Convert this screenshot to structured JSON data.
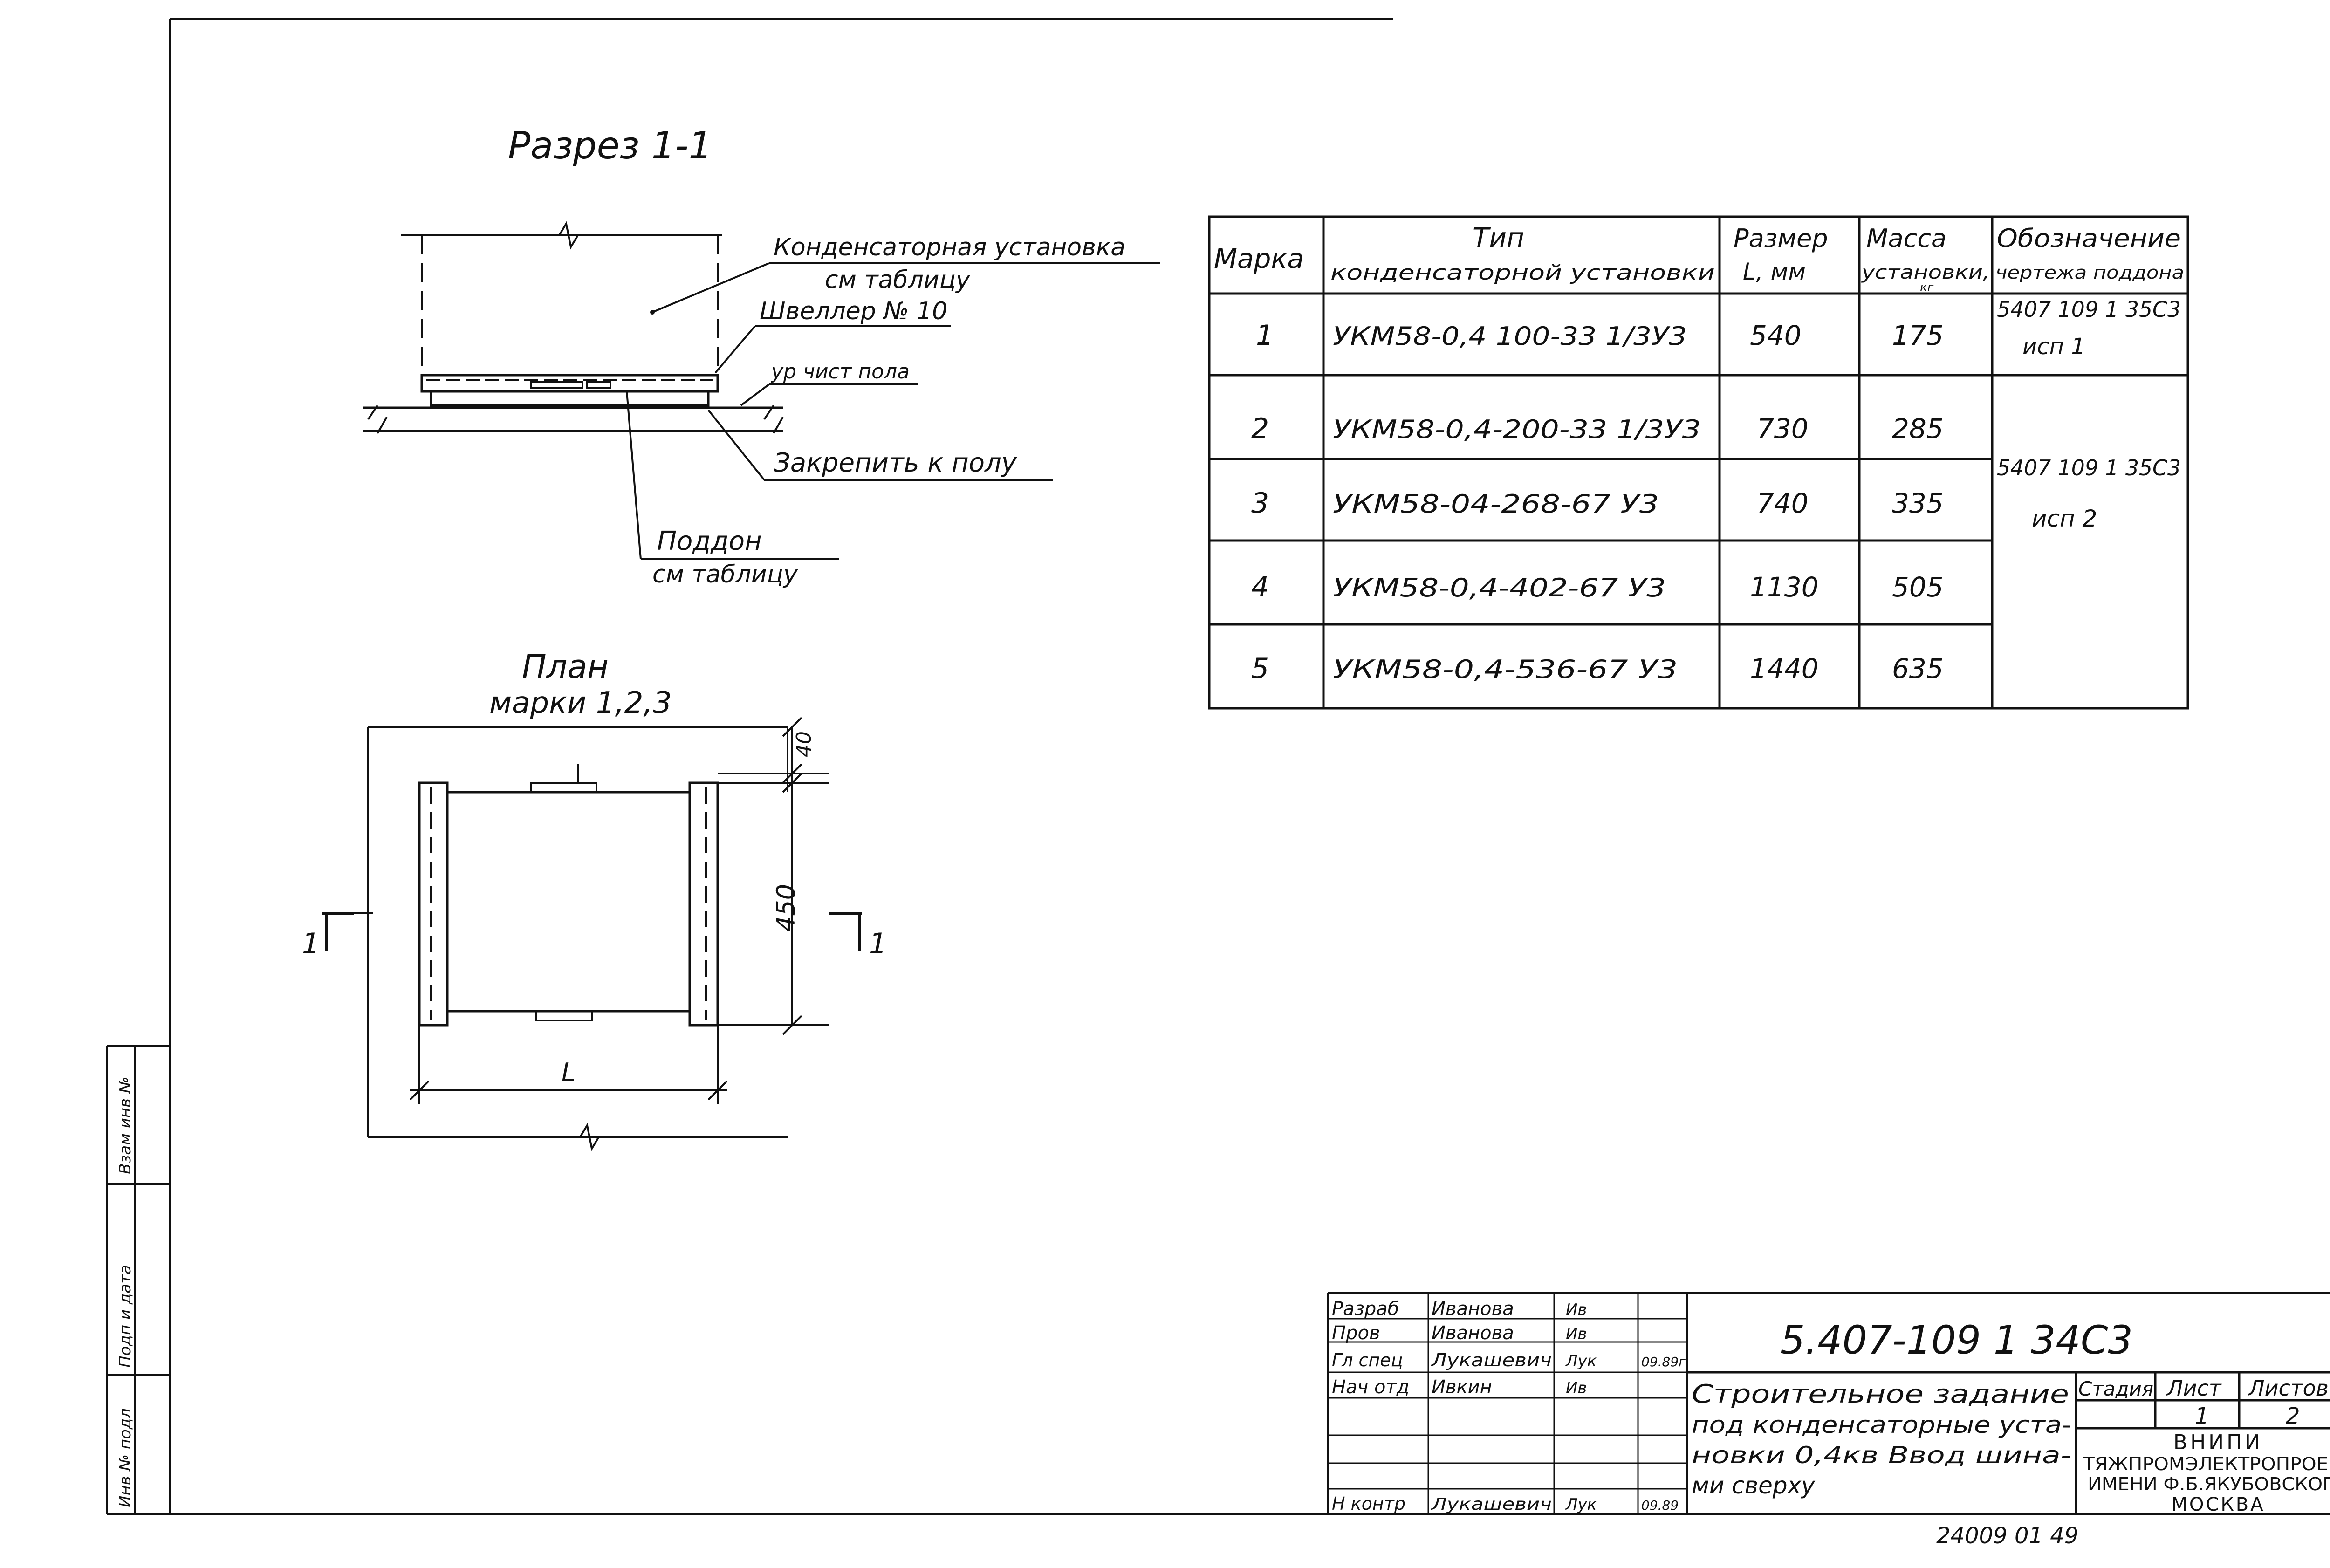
{
  "section": {
    "title": "Разрез 1-1",
    "callout_unit": "Конденсаторная установка",
    "callout_unit_ref": "см таблицу",
    "callout_channel": "Швеллер № 10",
    "callout_floor": "ур чист пола",
    "callout_fix": "Закрепить к полу",
    "callout_tray": "Поддон",
    "callout_tray_ref": "см таблицу"
  },
  "plan": {
    "title": "План",
    "subtitle": "марки 1,2,3",
    "dim_top": "40",
    "dim_side": "450",
    "dim_width": "L",
    "cut_left": "1",
    "cut_right": "1"
  },
  "table": {
    "headers": {
      "mark": "Марка",
      "type_l1": "Тип",
      "type_l2": "конденсаторной установки",
      "size_l1": "Размер",
      "size_l2": "L, мм",
      "mass_l1": "Масса",
      "mass_l2": "установки,",
      "mass_l3": "кг",
      "ref_l1": "Обозначение",
      "ref_l2": "чертежа поддона"
    },
    "rows": [
      {
        "mark": "1",
        "type": "УКМ58-0,4 100-33  1/3У3",
        "size": "540",
        "mass": "175"
      },
      {
        "mark": "2",
        "type": "УКМ58-0,4-200-33  1/3У3",
        "size": "730",
        "mass": "285"
      },
      {
        "mark": "3",
        "type": "УКМ58-04-268-67 У3",
        "size": "740",
        "mass": "335"
      },
      {
        "mark": "4",
        "type": "УКМ58-0,4-402-67 У3",
        "size": "1130",
        "mass": "505"
      },
      {
        "mark": "5",
        "type": "УКМ58-0,4-536-67 У3",
        "size": "1440",
        "mass": "635"
      }
    ],
    "ref_row1_l1": "5407 109 1 35С3",
    "ref_row1_l2": "исп 1",
    "ref_rows2_5_l1": "5407 109 1 35С3",
    "ref_rows2_5_l2": "исп 2"
  },
  "title_block": {
    "roles": [
      {
        "role": "Разраб",
        "name": "Иванова",
        "sign": "Ив",
        "date": ""
      },
      {
        "role": "Пров",
        "name": "Иванова",
        "sign": "Ив",
        "date": ""
      },
      {
        "role": "Гл спец",
        "name": "Лукашевич",
        "sign": "Лук",
        "date": "09.89г"
      },
      {
        "role": "Нач отд",
        "name": "Ивкин",
        "sign": "Ив",
        "date": ""
      },
      {
        "role": "Н контр",
        "name": "Лукашевич",
        "sign": "Лук",
        "date": "09.89"
      }
    ],
    "code": "5.407-109 1 34С3",
    "description_l1": "Строительное задание",
    "description_l2": "под конденсаторные уста-",
    "description_l3": "новки 0,4кв   Ввод шина-",
    "description_l4": "ми сверху",
    "stage_label": "Стадия",
    "sheet_label": "Лист",
    "sheets_label": "Листов",
    "sheet": "1",
    "sheets": "2",
    "org_l1": "ВНИПИ",
    "org_l2": "ТЯЖПРОМЭЛЕКТРОПРОЕКТ",
    "org_l3": "ИМЕНИ Ф.Б.ЯКУБОВСКОГО",
    "org_l4": "МОСКВА"
  },
  "margin_labels": {
    "inv_orig": "Инв № подл",
    "sign_date": "Подп и дата",
    "inv_repl": "Взам инв №"
  },
  "footer": {
    "archive_no": "24009  01  49"
  }
}
